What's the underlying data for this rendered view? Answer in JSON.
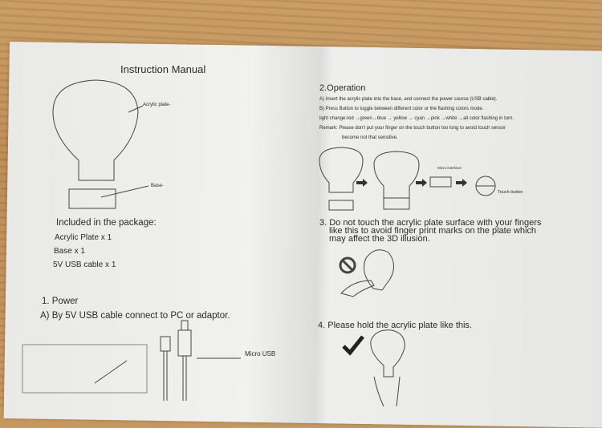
{
  "left_page": {
    "title": "Instruction Manual",
    "acrylic_label": "Acrylic plate-",
    "base_label": "Base-",
    "package_heading": "Included in the package:",
    "package_items": [
      "Acrylic Plate x 1",
      "Base x 1",
      "5V USB cable x 1"
    ],
    "power_heading": "1. Power",
    "power_a": "A) By 5V USB cable connect to PC or adaptor.",
    "micro_usb_label": "Micro USB"
  },
  "right_page": {
    "operation_heading": "2.Operation",
    "operation_lines": [
      "A) Insert the acrylic plate into the base, and connect the power source (USB cable).",
      "B) Press Button to toggle between different color or the flashing colors mode.",
      "light change:red →green→blue → yellow → cyan →pink →white →all color flashing in turn.",
      "Remark: Please don't put your finger on the touch button too long to avoid touch sensor",
      "become not that sensitive."
    ],
    "micro_interface_label": "Micro interface-",
    "touch_button_label": "Touch button",
    "step3": [
      "3. Do not touch the acrylic plate surface with your fingers",
      "like this to avoid finger print marks on the plate which",
      "may affect the 3D illusion."
    ],
    "step4": "4. Please hold the acrylic plate like this."
  }
}
